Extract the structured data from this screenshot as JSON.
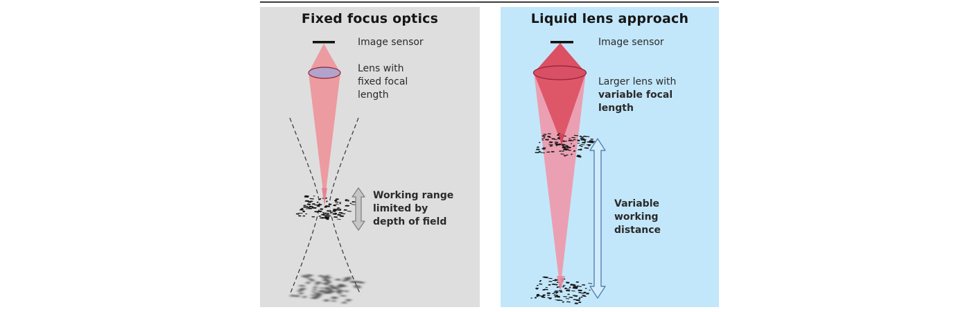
{
  "figure": {
    "panels": [
      {
        "id": "fixed-focus",
        "title": "Fixed focus optics",
        "labels": {
          "image_sensor": "Image sensor",
          "lens": "Lens with\nfixed focal\nlength",
          "annotation": "Working range\nlimited by\ndepth of field"
        }
      },
      {
        "id": "liquid-lens",
        "title": "Liquid lens approach",
        "labels": {
          "image_sensor": "Image sensor",
          "lens_regular": "Larger lens with",
          "lens_bold": "variable focal\nlength",
          "annotation": "Variable\nworking\ndistance"
        }
      }
    ],
    "colors": {
      "panel_gray": "#dedede",
      "panel_blue": "#c3e7fa",
      "beam_pink_fixed": "#ec9ba1",
      "beam_pink_liquid": "#eaa0b2",
      "beam_red": "#dc5063",
      "lens_purple": "#b2a3cb",
      "lens_red": "#d94f63",
      "lens_outline": "#8e2238",
      "sensor_black": "#111111",
      "dashed_line": "#3f3f3f",
      "gray_arrow_fill": "#c6c6c6",
      "gray_arrow_outline": "#7c7c7c",
      "blue_arrow_fill": "#d3ecfc",
      "blue_arrow_outline": "#4d83b4",
      "text": "#2a2a2a"
    }
  }
}
